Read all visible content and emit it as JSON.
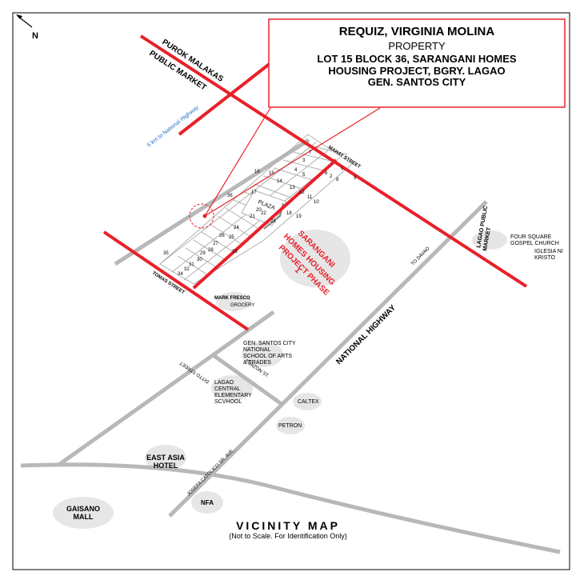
{
  "title_box": {
    "owner": "REQUIZ, VIRGINIA MOLINA",
    "subtitle": "PROPERTY",
    "line1": "LOT 15 BLOCK 36, SARANGANI HOMES",
    "line2": "HOUSING PROJECT, BGRY. LAGAO",
    "line3": "GEN. SANTOS CITY"
  },
  "north_label": "N",
  "roads": {
    "purok_market_line1": "PUROK MALAKAS",
    "purok_market_line2": "PUBLIC MARKET",
    "to_national_highway": "5 km to National Highway",
    "mabuhay_street": "MAHAY STREET",
    "tomas_street": "TOMAS STREET",
    "national_highway": "NATIONAL HIGHWAY",
    "to_davao": "TO DAVAO",
    "ditto_street": "DITTO STREET",
    "tuazon_st": "TUAZON ST.",
    "josefa_avenue": "JOSEFA CATOLICO SR. AVE."
  },
  "labels": {
    "plaza": "PLAZA",
    "project_line1": "SARANGANI",
    "project_line2": "HOMES HOUSING",
    "project_line3": "PROJECT PHASE",
    "project_line4": "1",
    "lagao_market_line1": "LAGAO PUBLIC",
    "lagao_market_line2": "MARKET",
    "four_square_line1": "FOUR SQUARE",
    "four_square_line2": "GOSPEL CHURCH",
    "iglesia_line1": "IGLESIA NI",
    "iglesia_line2": "KRISTO",
    "grocery_line1": "MARK FRESCO",
    "grocery_line2": "GROCERY",
    "school_line1": "GEN. SANTOS CITY",
    "school_line2": "NATIONAL",
    "school_line3": "SCHOOL OF ARTS",
    "school_line4": "& TRADES",
    "elem_line1": "LAGAO",
    "elem_line2": "CENTRAL",
    "elem_line3": "ELEMENTARY",
    "elem_line4": "SCVHOOL",
    "caltex": "CALTEX",
    "petron": "PETRON",
    "east_asia_line1": "EAST ASIA",
    "east_asia_line2": "HOTEL",
    "gaisano_line1": "GAISANO",
    "gaisano_line2": "MALL",
    "nfa": "NFA"
  },
  "lot_numbers": [
    "1",
    "2",
    "3",
    "4",
    "5",
    "6",
    "7",
    "8",
    "9",
    "10",
    "11",
    "12",
    "13",
    "14",
    "15",
    "16",
    "17",
    "18",
    "19",
    "20",
    "21",
    "22",
    "23",
    "24",
    "25",
    "26",
    "27",
    "28",
    "29",
    "30",
    "31",
    "32",
    "33",
    "34",
    "35",
    "36"
  ],
  "footer": {
    "title": "VICINITY MAP",
    "note": "(Not to Scale. For Identification Only)"
  },
  "colors": {
    "road_red": "#e8202a",
    "road_gray": "#b8b8b8",
    "lot_lines": "#b0b0b0",
    "landmark_blob": "#e6e6e6",
    "highlight_text": "#e8202a",
    "blue_note": "#1a6fd0"
  }
}
